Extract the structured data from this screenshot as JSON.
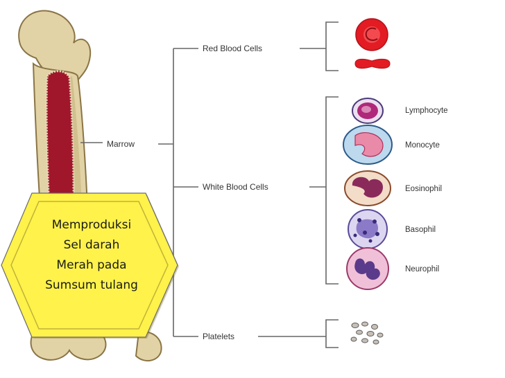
{
  "diagram": {
    "marrow_label": "Marrow",
    "branches": [
      {
        "label": "Red Blood Cells",
        "cells": []
      },
      {
        "label": "White Blood Cells",
        "cells": [
          {
            "label": "Lymphocyte"
          },
          {
            "label": "Monocyte"
          },
          {
            "label": "Eosinophil"
          },
          {
            "label": "Basophil"
          },
          {
            "label": "Neurophil"
          }
        ]
      },
      {
        "label": "Platelets",
        "cells": []
      }
    ]
  },
  "callout": {
    "lines": [
      "Memproduksi",
      "Sel darah",
      "Merah pada",
      "Sumsum tulang"
    ]
  },
  "colors": {
    "bone": "#e2d3a6",
    "marrow": "#a0162a",
    "red_cell": "#e31b23",
    "callout_fill": "#fff24a"
  }
}
